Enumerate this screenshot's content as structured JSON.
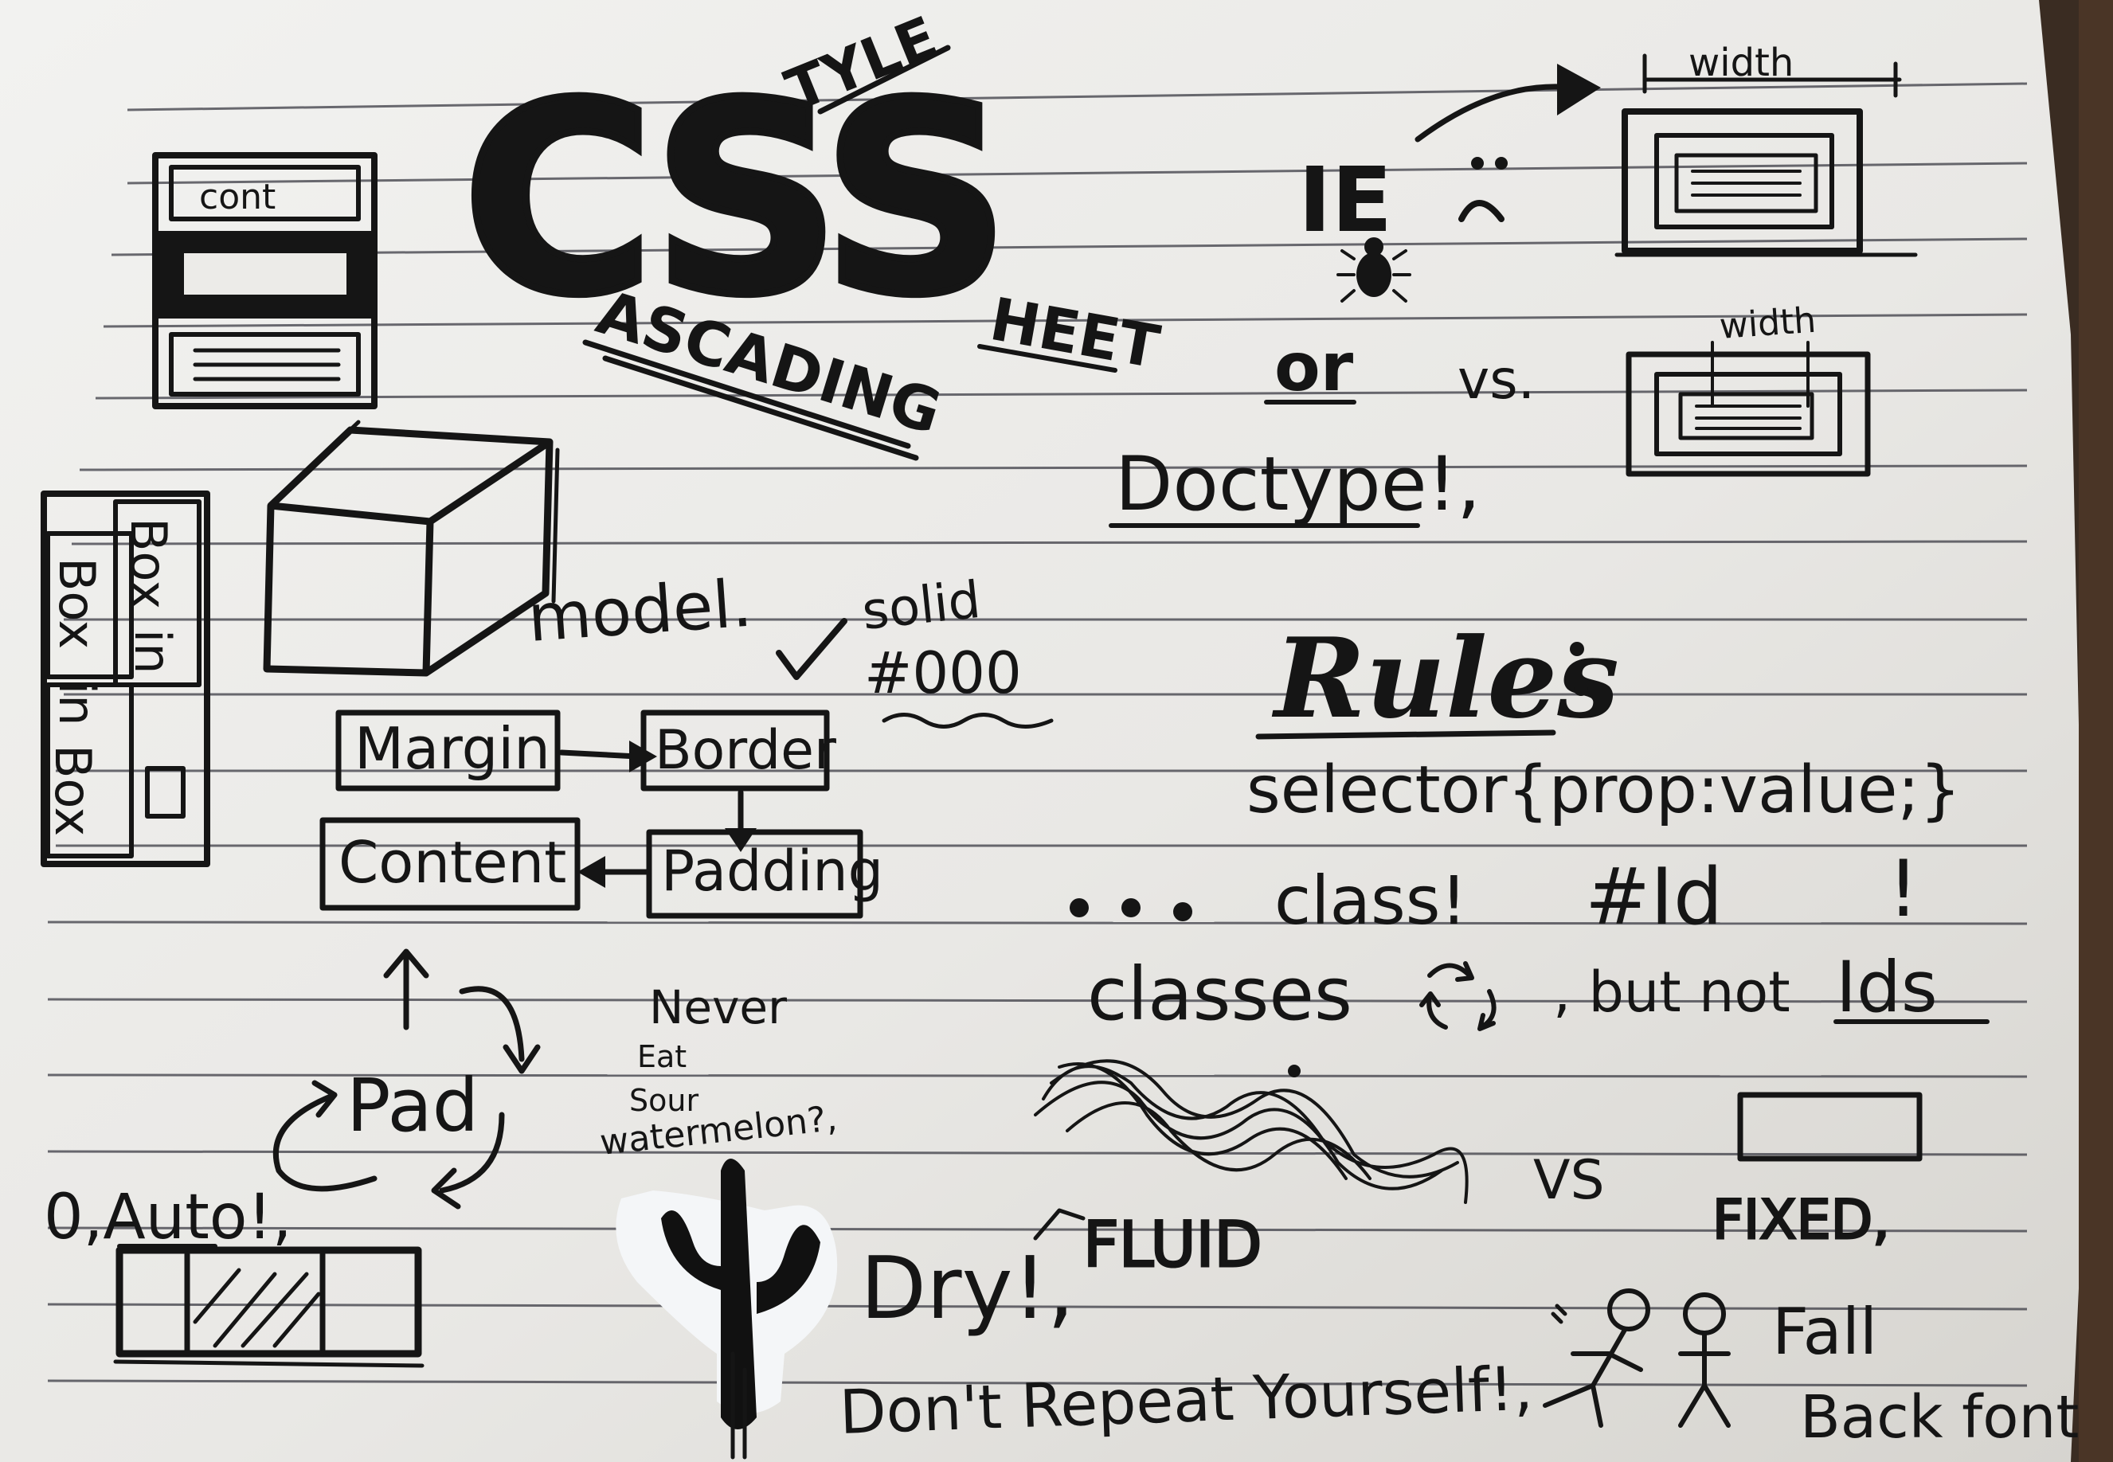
{
  "title": {
    "acronym": "CSS",
    "style": "TYLE",
    "sheet": "HEET",
    "cascading": "ASCADING"
  },
  "box_stack": {
    "label": "cont"
  },
  "box_in_box": {
    "words": [
      "Box",
      "in",
      "Box",
      "in",
      "Box"
    ]
  },
  "box_model": {
    "label": "model.",
    "check_note_1": "solid",
    "check_note_2": "#000",
    "margin": "Margin",
    "border": "Border",
    "content": "Content",
    "padding": "Padding"
  },
  "pad": {
    "label": "Pad",
    "auto": "0,Auto!,"
  },
  "watermelon": {
    "line1": "Never",
    "line2": "Eat",
    "line3": "Sour",
    "line4": "watermelon?,"
  },
  "browser": {
    "ie": "IE",
    "or": "or",
    "vs": "vs.",
    "doctype": "Doctype!,",
    "width_top": "width",
    "width_bottom": "width"
  },
  "rules": {
    "heading": "Rules",
    "syntax": "selector{prop:value;}",
    "class_line": "class!",
    "id_line": "#Id",
    "classes": "classes",
    "not_ids_prefix": ", but not",
    "not_ids_word": "Ids"
  },
  "layouts": {
    "fluid": "FLUID",
    "vs": "VS",
    "fixed": "FIXED,"
  },
  "dry": {
    "heading": "Dry!,",
    "expansion": "Don't Repeat Yourself!,"
  },
  "fallback": {
    "line1": "Fall",
    "line2": "Back font"
  },
  "colors": {
    "paper": "#ecebe8",
    "rule_line": "#3b3b44",
    "ink": "#151515",
    "background": "#3a2c22"
  }
}
